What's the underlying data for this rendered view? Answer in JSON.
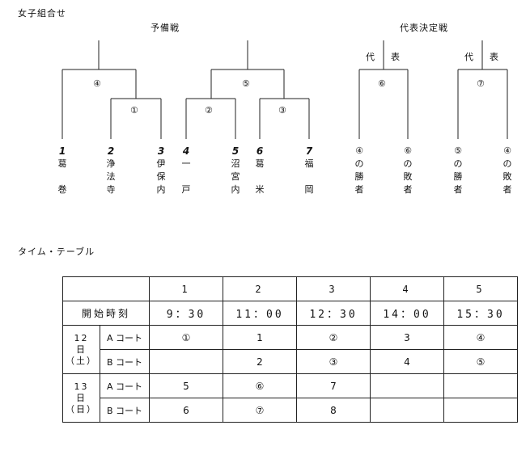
{
  "page": {
    "section_title": "女子組合せ",
    "timetable_title": "タイム・テーブル"
  },
  "bracket": {
    "prelim_label": "予備戦",
    "final_label": "代表決定戦",
    "daihyo_left": "代",
    "daihyo_right": "表",
    "matches": {
      "m1": "①",
      "m2": "②",
      "m3": "③",
      "m4": "④",
      "m5": "⑤",
      "m6": "⑥",
      "m7": "⑦"
    },
    "teams": [
      {
        "num": "1",
        "lines": [
          "葛",
          "",
          "巻"
        ]
      },
      {
        "num": "2",
        "lines": [
          "浄",
          "法",
          "寺"
        ]
      },
      {
        "num": "3",
        "lines": [
          "伊",
          "保",
          "内"
        ]
      },
      {
        "num": "4",
        "lines": [
          "一",
          "",
          "戸"
        ]
      },
      {
        "num": "5",
        "lines": [
          "沼",
          "宮",
          "内"
        ]
      },
      {
        "num": "6",
        "lines": [
          "葛",
          "",
          "米"
        ]
      },
      {
        "num": "7",
        "lines": [
          "福",
          "",
          "岡"
        ]
      }
    ],
    "placeholders": [
      {
        "lines": [
          "④",
          "の",
          "勝",
          "者"
        ]
      },
      {
        "lines": [
          "⑥",
          "の",
          "敗",
          "者"
        ]
      },
      {
        "lines": [
          "⑤",
          "の",
          "勝",
          "者"
        ]
      },
      {
        "lines": [
          "④",
          "の",
          "敗",
          "者"
        ]
      }
    ]
  },
  "timetable": {
    "slots": [
      "1",
      "2",
      "3",
      "4",
      "5"
    ],
    "start_label": "開始時刻",
    "times": [
      "9：30",
      "11：00",
      "12：30",
      "14：00",
      "15：30"
    ],
    "days": [
      {
        "date": "12",
        "unit": "日",
        "weekday": "（土）",
        "courts": [
          {
            "name": "A コート",
            "cells": [
              "①",
              "1",
              "②",
              "3",
              "④"
            ]
          },
          {
            "name": "B コート",
            "cells": [
              "",
              "2",
              "③",
              "4",
              "⑤"
            ]
          }
        ]
      },
      {
        "date": "13",
        "unit": "日",
        "weekday": "（日）",
        "courts": [
          {
            "name": "A コート",
            "cells": [
              "5",
              "⑥",
              "7",
              "",
              ""
            ]
          },
          {
            "name": "B コート",
            "cells": [
              "6",
              "⑦",
              "8",
              "",
              ""
            ]
          }
        ]
      }
    ]
  }
}
